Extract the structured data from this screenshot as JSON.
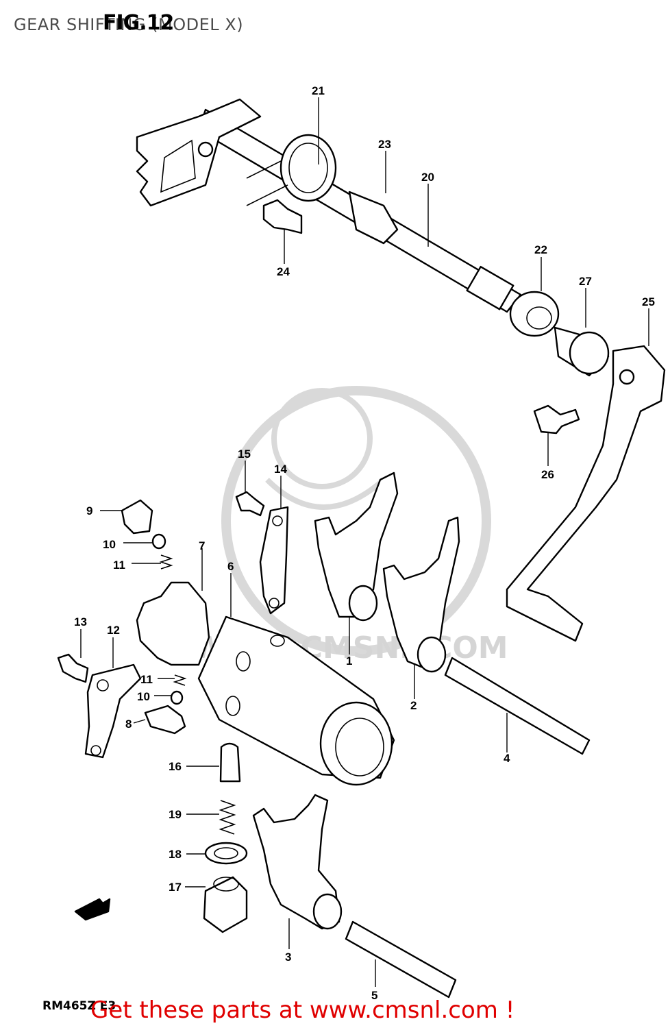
{
  "title": "GEAR SHIFTING (MODEL X)",
  "figure": "FIG.12",
  "drawing_code": "RM465Z E3",
  "watermark_text": "WWW.CMSNL.COM",
  "promo": "Get these parts at www.cmsnl.com !",
  "colors": {
    "promo": "#e00000",
    "watermark": "#d9d9d9",
    "line": "#000000"
  },
  "callouts": [
    "1",
    "2",
    "3",
    "4",
    "5",
    "6",
    "7",
    "8",
    "9",
    "10",
    "10",
    "11",
    "11",
    "12",
    "13",
    "14",
    "15",
    "16",
    "17",
    "18",
    "19",
    "20",
    "21",
    "22",
    "23",
    "24",
    "25",
    "26",
    "27"
  ],
  "direction_arrow": "FWD"
}
